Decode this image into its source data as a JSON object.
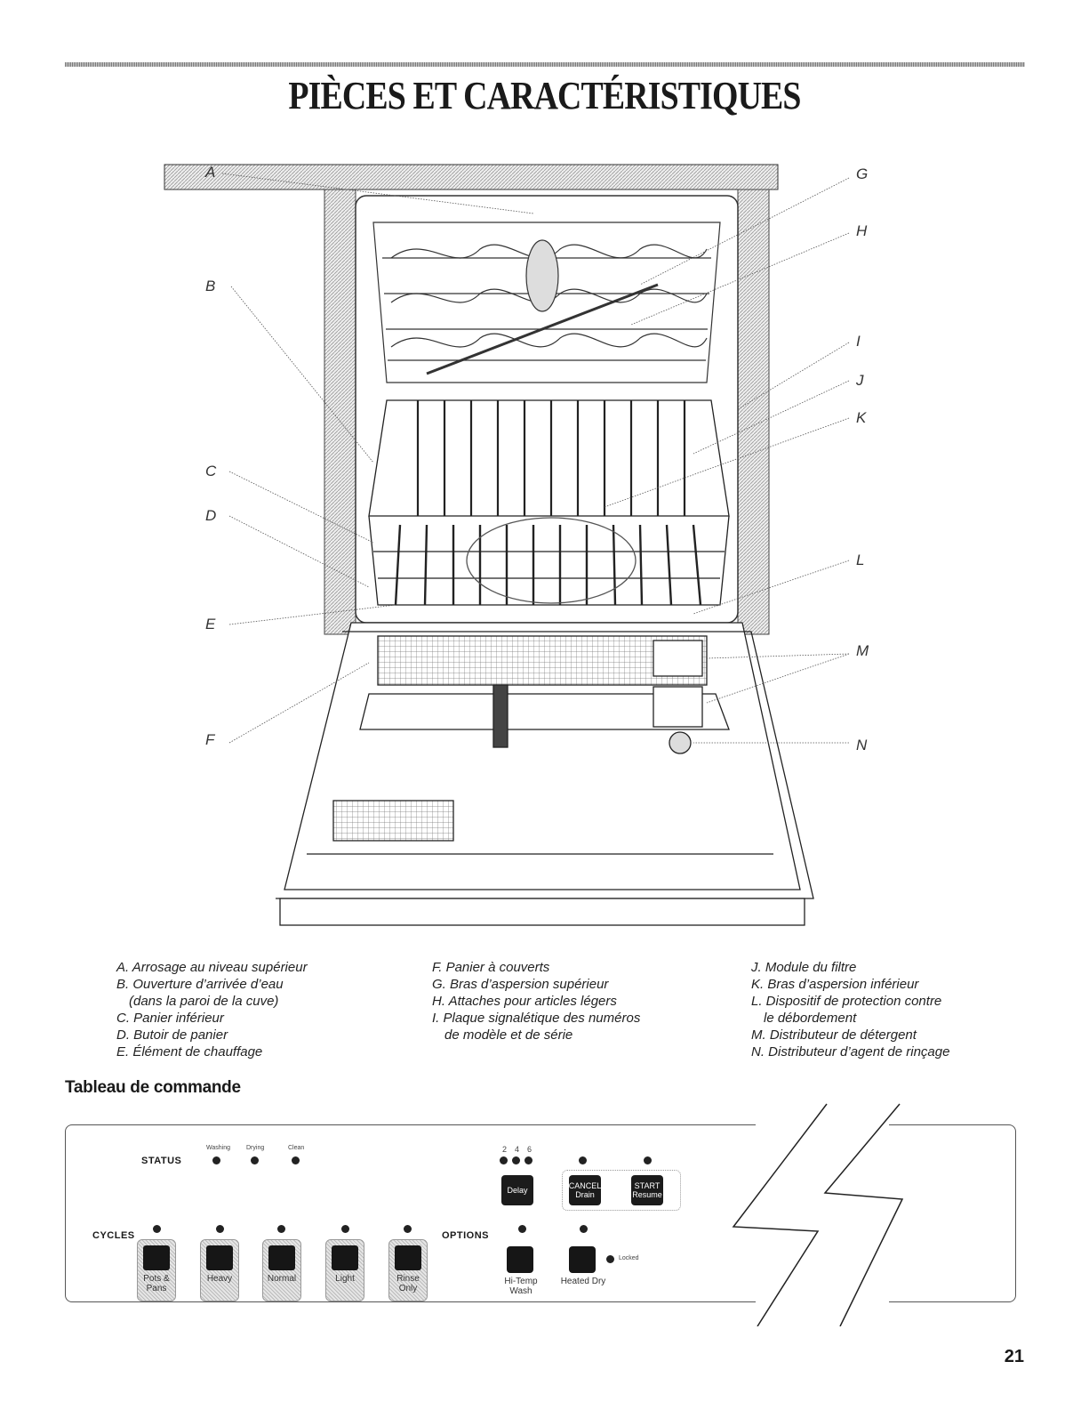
{
  "title": "PIÈCES ET CARACTÉRISTIQUES",
  "callouts": [
    "A",
    "B",
    "C",
    "D",
    "E",
    "F",
    "G",
    "H",
    "I",
    "J",
    "K",
    "L",
    "M",
    "N"
  ],
  "legend": {
    "col1": [
      "A. Arrosage au niveau supérieur",
      "B. Ouverture d’arrivée d’eau",
      "(dans la paroi de la cuve)",
      "C. Panier inférieur",
      "D. Butoir de panier",
      "E. Élément de chauffage"
    ],
    "col2": [
      "F. Panier à couverts",
      "G. Bras d’aspersion supérieur",
      "H. Attaches pour articles légers",
      "I. Plaque signalétique des numéros",
      "de modèle et de série"
    ],
    "col3": [
      "J. Module du filtre",
      "K. Bras d’aspersion inférieur",
      "L. Dispositif de protection contre",
      "le débordement",
      "M. Distributeur de détergent",
      "N. Distributeur d’agent de rinçage"
    ]
  },
  "section_heading": "Tableau de commande",
  "panel": {
    "status_label": "STATUS",
    "status_items": [
      "Washing",
      "Drying",
      "Clean"
    ],
    "cycles_label": "CYCLES",
    "cycles": [
      "Pots & Pans",
      "Heavy",
      "Normal",
      "Light",
      "Rinse Only"
    ],
    "options_label": "OPTIONS",
    "options": [
      "Hi-Temp Wash",
      "Heated Dry"
    ],
    "locked_label": "Locked",
    "delay_hours": [
      "2",
      "4",
      "6"
    ],
    "delay_label": "Delay",
    "cancel_label": "CANCEL",
    "drain_label": "Drain",
    "start_label": "START",
    "resume_label": "Resume"
  },
  "page_number": "21"
}
